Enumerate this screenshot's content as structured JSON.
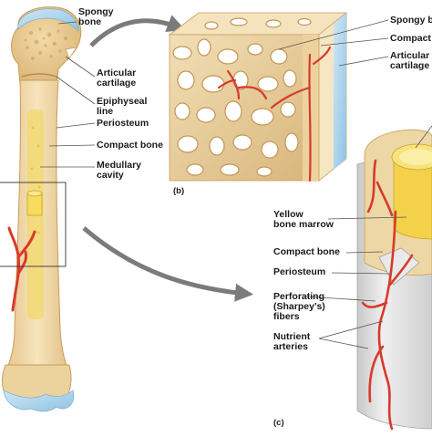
{
  "labels": {
    "spongy_bone_a": [
      "Spongy",
      "bone"
    ],
    "articular_cartilage_a": [
      "Articular",
      "cartilage"
    ],
    "epiphyseal_line": [
      "Epiphyseal",
      "line"
    ],
    "periosteum_a": "Periosteum",
    "compact_bone_a": "Compact bone",
    "medullary_cavity": [
      "Medullary",
      "cavity"
    ],
    "spongy_bone_b": "Spongy b",
    "compact_b": "Compact",
    "articular_cartilage_b": [
      "Articular",
      "cartilage"
    ],
    "yellow_marrow": [
      "Yellow",
      "bone marrow"
    ],
    "compact_bone_c": "Compact bone",
    "periosteum_c": "Periosteum",
    "perforating_fibers": [
      "Perforating",
      "(Sharpey’s)",
      "fibers"
    ],
    "nutrient_arteries": [
      "Nutrient",
      "arteries"
    ]
  },
  "captions": {
    "b": "(b)",
    "c": "(c)"
  },
  "colors": {
    "bone": "#f0d9a8",
    "bone_dark": "#dcb878",
    "cartilage": "#a9d3ec",
    "artery": "#d83a2b",
    "marrow": "#f3d24a",
    "arrow": "#7b7b7b",
    "periosteum": "#dcdcdc"
  }
}
